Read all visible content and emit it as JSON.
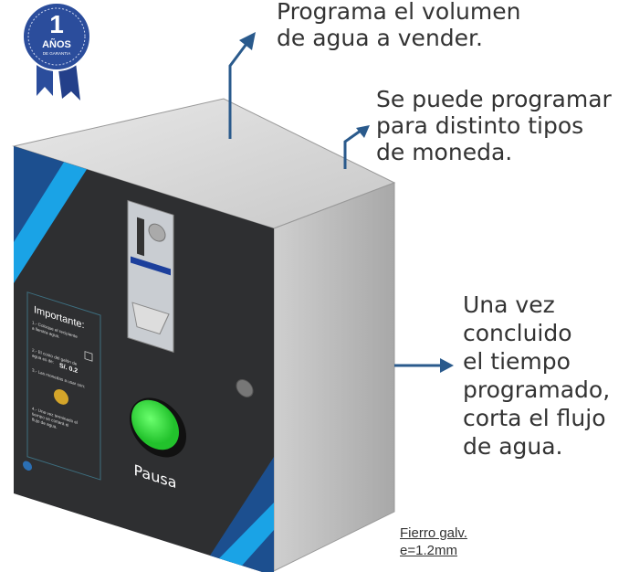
{
  "badge": {
    "number": "1",
    "label": "AÑOS",
    "sublabel": "DE GARANTIA",
    "color": "#2b4d9c"
  },
  "callouts": [
    {
      "text": "Programa el volumen\nde agua a vender."
    },
    {
      "text": "Se puede programar\npara distinto tipos\nde moneda."
    },
    {
      "text": "Una vez\nconcluido\nel tiempo\nprogramado,\ncorta el flujo\nde agua."
    }
  ],
  "material_note": {
    "line1": "Fierro galv.",
    "line2": "e=1.2mm"
  },
  "panel": {
    "title": "Importante:",
    "steps": [
      "1.- Coloque el recipiente",
      "a llenara agua.",
      "2.- El costo del galón de",
      "agua es de:",
      "3.- Las monedas a usar son:",
      "4.- Una vez terminado el",
      "tiempo se cortará el",
      "flujo de agua."
    ],
    "price": "S/. 0.2",
    "button_label": "Pausa",
    "button_color": "#3ee04a",
    "accent_color": "#1aa3e6"
  },
  "colors": {
    "arrow": "#2a5a8c",
    "face": "#2e2f31",
    "metal": "#d9d9d9"
  }
}
